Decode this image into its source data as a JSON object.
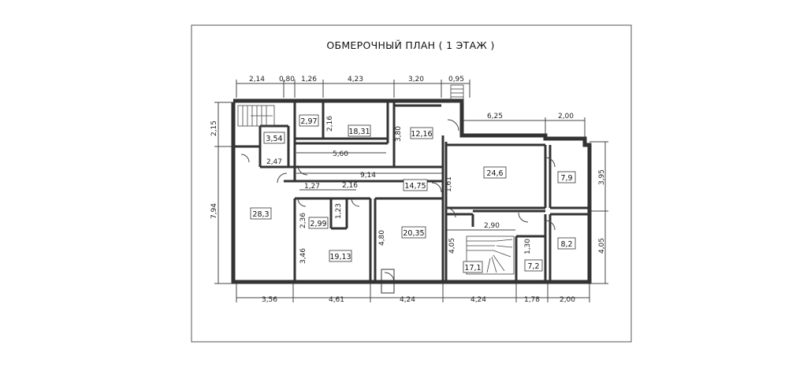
{
  "title": "ОБМЕРОЧНЫЙ ПЛАН ( 1 ЭТАЖ )",
  "rooms": [
    {
      "id": "r1",
      "area": "2,97"
    },
    {
      "id": "r2",
      "area": "18,31"
    },
    {
      "id": "r3",
      "area": "12,16"
    },
    {
      "id": "r4",
      "area": "3,54"
    },
    {
      "id": "r5",
      "area": "28,3"
    },
    {
      "id": "r6",
      "area": "2,99"
    },
    {
      "id": "r7",
      "area": "19,13"
    },
    {
      "id": "r8",
      "area": "20,35"
    },
    {
      "id": "r9",
      "area": "14,75"
    },
    {
      "id": "r10",
      "area": "24,6"
    },
    {
      "id": "r11",
      "area": "7,9"
    },
    {
      "id": "r12",
      "area": "8,2"
    },
    {
      "id": "r13",
      "area": "17,1"
    },
    {
      "id": "r14",
      "area": "7,2"
    }
  ],
  "dimensions": {
    "top": [
      "2,14",
      "0,80",
      "1,26",
      "4,23",
      "3,20",
      "0,95"
    ],
    "upper_right": [
      "6,25",
      "2,00"
    ],
    "bottom": [
      "3,56",
      "4,61",
      "4,24",
      "4,24",
      "1,78",
      "2,00"
    ],
    "left": [
      "2,15",
      "7,94"
    ],
    "right": [
      "3,95",
      "4,05"
    ],
    "interior": [
      "2,16",
      "3,80",
      "5,60",
      "2,47",
      "9,14",
      "1,61",
      "1,27",
      "2,16",
      "1,23",
      "2,36",
      "3,46",
      "4,80",
      "2,90",
      "4,05",
      "1,30"
    ]
  }
}
